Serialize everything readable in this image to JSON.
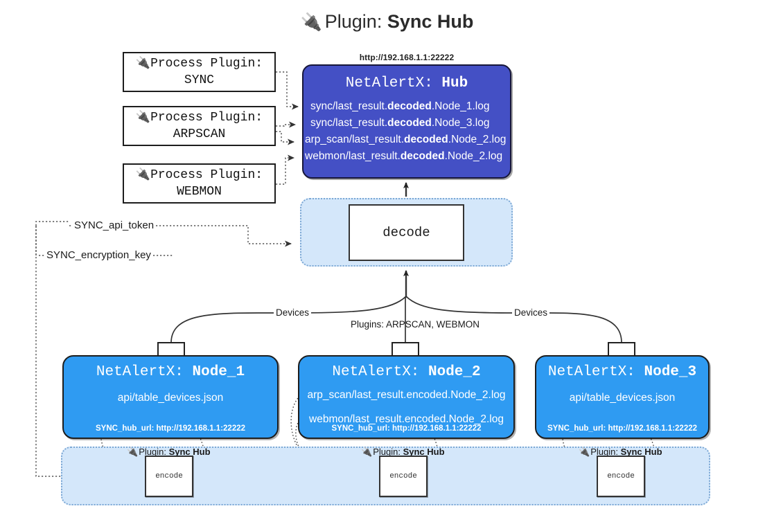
{
  "title": {
    "icon": "electric-plug-icon",
    "prefix": "Plugin: ",
    "name": "Sync Hub"
  },
  "process_plugins": [
    {
      "line1": "Process Plugin:",
      "line2": "SYNC"
    },
    {
      "line1": "Process Plugin:",
      "line2": "ARPSCAN"
    },
    {
      "line1": "Process Plugin:",
      "line2": "WEBMON"
    }
  ],
  "hub": {
    "url": "http://192.168.1.1:22222",
    "title_prefix": "NetAlertX: ",
    "title_name": "Hub",
    "rows": [
      {
        "pre": "sync/last_result.",
        "mid": "decoded",
        "post": ".Node_1.log"
      },
      {
        "pre": "sync/last_result.",
        "mid": "decoded",
        "post": ".Node_3.log"
      },
      {
        "pre": "arp_scan/last_result.",
        "mid": "decoded",
        "post": ".Node_2.log"
      },
      {
        "pre": "webmon/last_result.",
        "mid": "decoded",
        "post": ".Node_2.log"
      }
    ]
  },
  "decode": {
    "label": "decode"
  },
  "tokens": {
    "api_token": "SYNC_api_token",
    "encryption_key": "SYNC_encryption_key"
  },
  "edges": {
    "devices_left": "Devices",
    "devices_right": "Devices",
    "plugins_mid": "Plugins: ARPSCAN, WEBMON"
  },
  "nodes": [
    {
      "title_prefix": "NetAlertX: ",
      "title_name": "Node_1",
      "lines": [
        "api/table_devices.json"
      ],
      "footer": "SYNC_hub_url: http://192.168.1.1:22222"
    },
    {
      "title_prefix": "NetAlertX: ",
      "title_name": "Node_2",
      "lines": [
        "arp_scan/last_result.encoded.Node_2.log",
        "webmon/last_result.encoded.Node_2.log"
      ],
      "footer": "SYNC_hub_url: http://192.168.1.1:22222"
    },
    {
      "title_prefix": "NetAlertX: ",
      "title_name": "Node_3",
      "lines": [
        "api/table_devices.json"
      ],
      "footer": "SYNC_hub_url: http://192.168.1.1:22222"
    }
  ],
  "encoders": [
    {
      "tag_prefix": "Plugin: ",
      "tag_name": "Sync Hub",
      "label": "encode"
    },
    {
      "tag_prefix": "Plugin: ",
      "tag_name": "Sync Hub",
      "label": "encode"
    },
    {
      "tag_prefix": "Plugin: ",
      "tag_name": "Sync Hub",
      "label": "encode"
    }
  ],
  "colors": {
    "hub_blue": "#4450c5",
    "node_blue": "#2f9bf2",
    "container_blue": "#d4e7fa",
    "container_border": "#7ba7d4",
    "stroke": "#333333"
  }
}
